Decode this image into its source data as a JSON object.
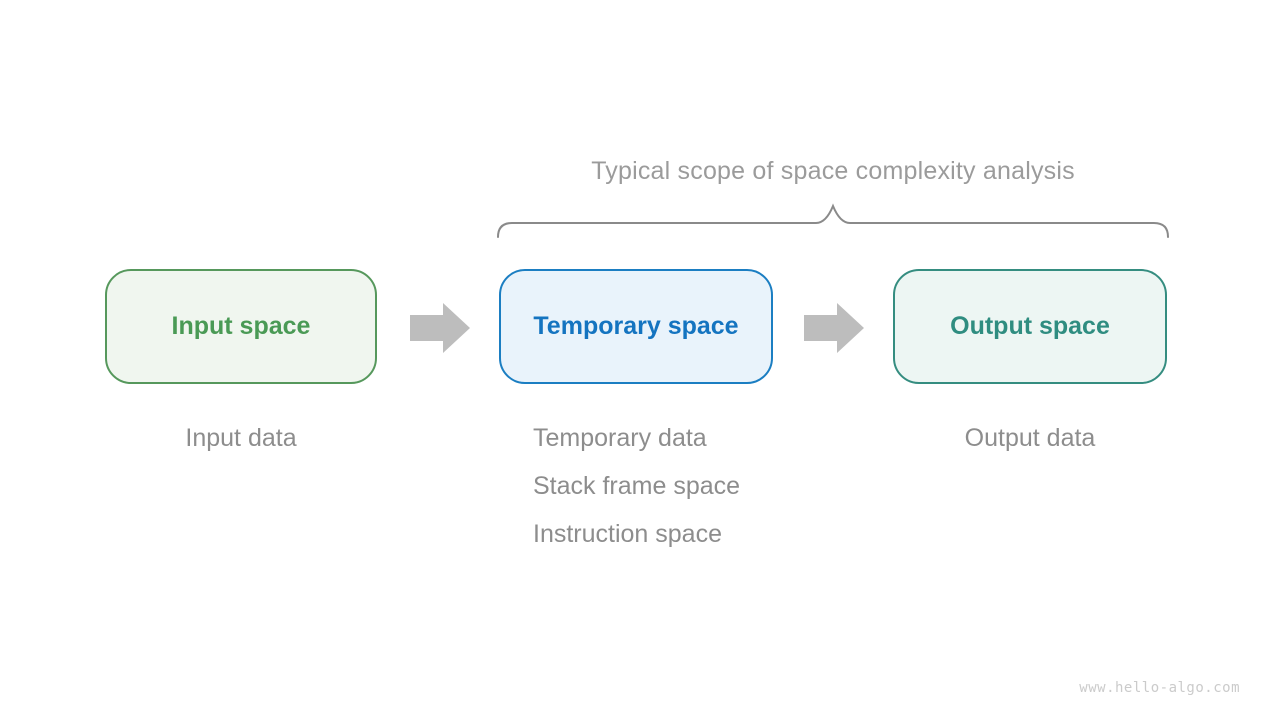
{
  "title": "Typical scope of space complexity analysis",
  "boxes": [
    {
      "label": "Input space",
      "border_color": "#56985c",
      "fill_color": "#f0f6ef",
      "text_color": "#4a9a55"
    },
    {
      "label": "Temporary space",
      "border_color": "#1b7ec2",
      "fill_color": "#e9f3fb",
      "text_color": "#1474c0"
    },
    {
      "label": "Output space",
      "border_color": "#358d80",
      "fill_color": "#edf6f3",
      "text_color": "#2f8d80"
    }
  ],
  "notes": [
    {
      "lines": [
        "Input data"
      ]
    },
    {
      "lines": [
        "Temporary data",
        "Stack frame space",
        "Instruction space"
      ]
    },
    {
      "lines": [
        "Output data"
      ]
    }
  ],
  "colors": {
    "arrow": "#bdbdbd",
    "brace": "#8a8a8a",
    "note_text": "#8d8d8d",
    "title_text": "#9b9b9b",
    "watermark_text": "#cbcbcb"
  },
  "watermark": "www.hello-algo.com"
}
